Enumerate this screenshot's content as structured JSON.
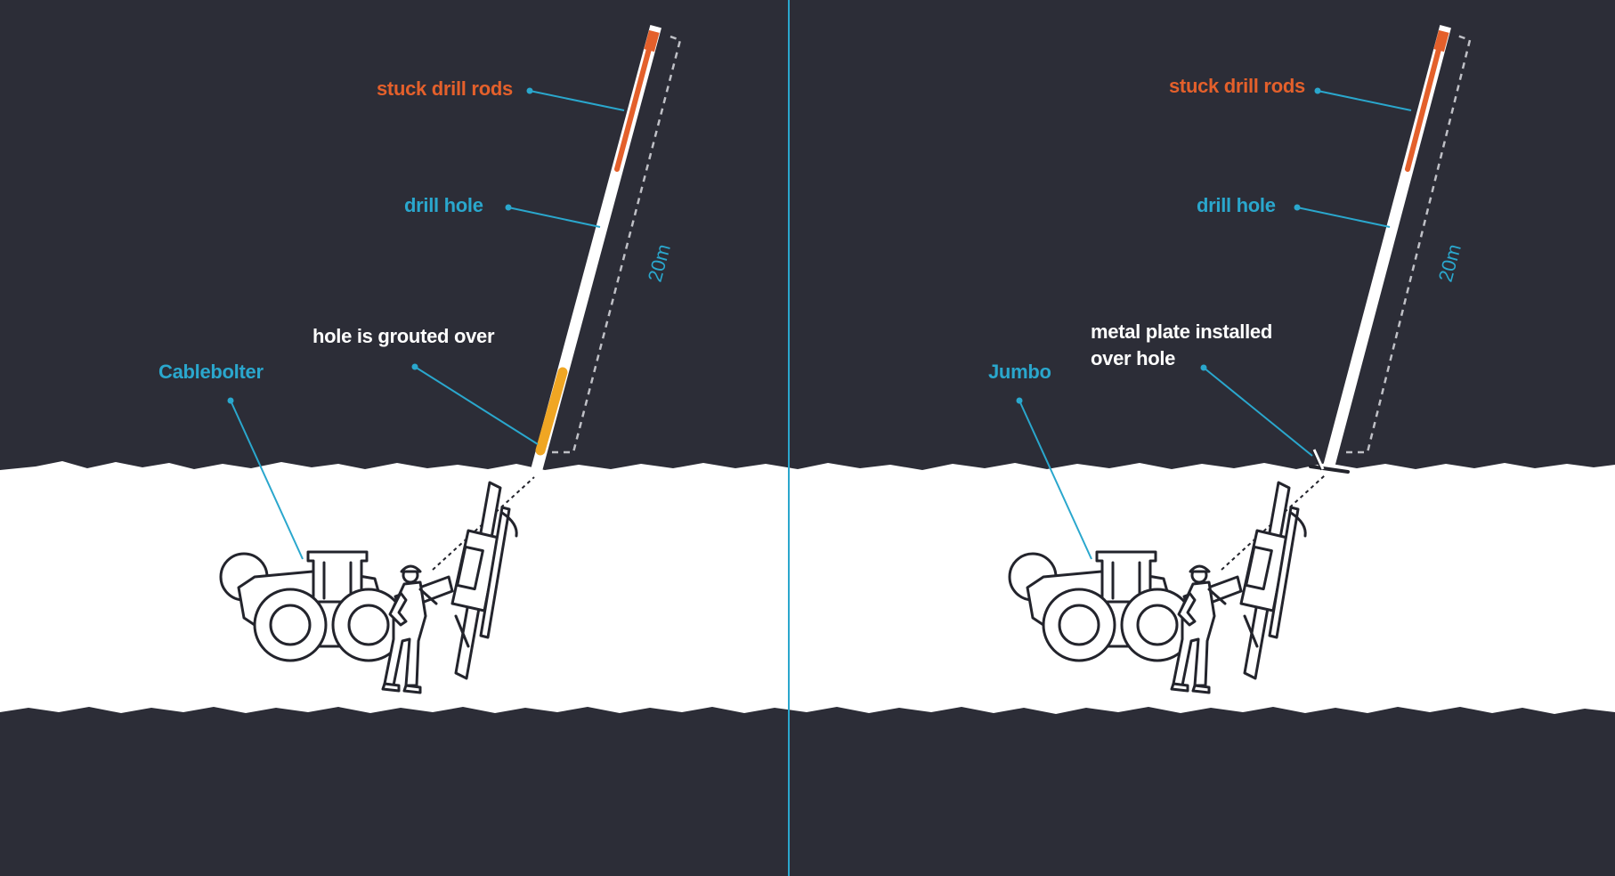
{
  "colors": {
    "rock": "#2c2d37",
    "tunnel": "#ffffff",
    "accent_blue": "#2aa7cd",
    "stuck_rods": "#e4602b",
    "grout": "#f0a623",
    "line_dark": "#23242c"
  },
  "left_panel": {
    "stuck_rods_label": "stuck drill rods",
    "drill_hole_label": "drill hole",
    "length_label": "20m",
    "mitigation_label": "hole is grouted over",
    "machine_label": "Cablebolter"
  },
  "right_panel": {
    "stuck_rods_label": "stuck drill rods",
    "drill_hole_label": "drill hole",
    "length_label": "20m",
    "mitigation_label_line1": "metal plate installed",
    "mitigation_label_line2": "over hole",
    "machine_label": "Jumbo"
  },
  "icons": [
    "drill-rig-icon",
    "miner-icon",
    "metal-plate-icon"
  ]
}
